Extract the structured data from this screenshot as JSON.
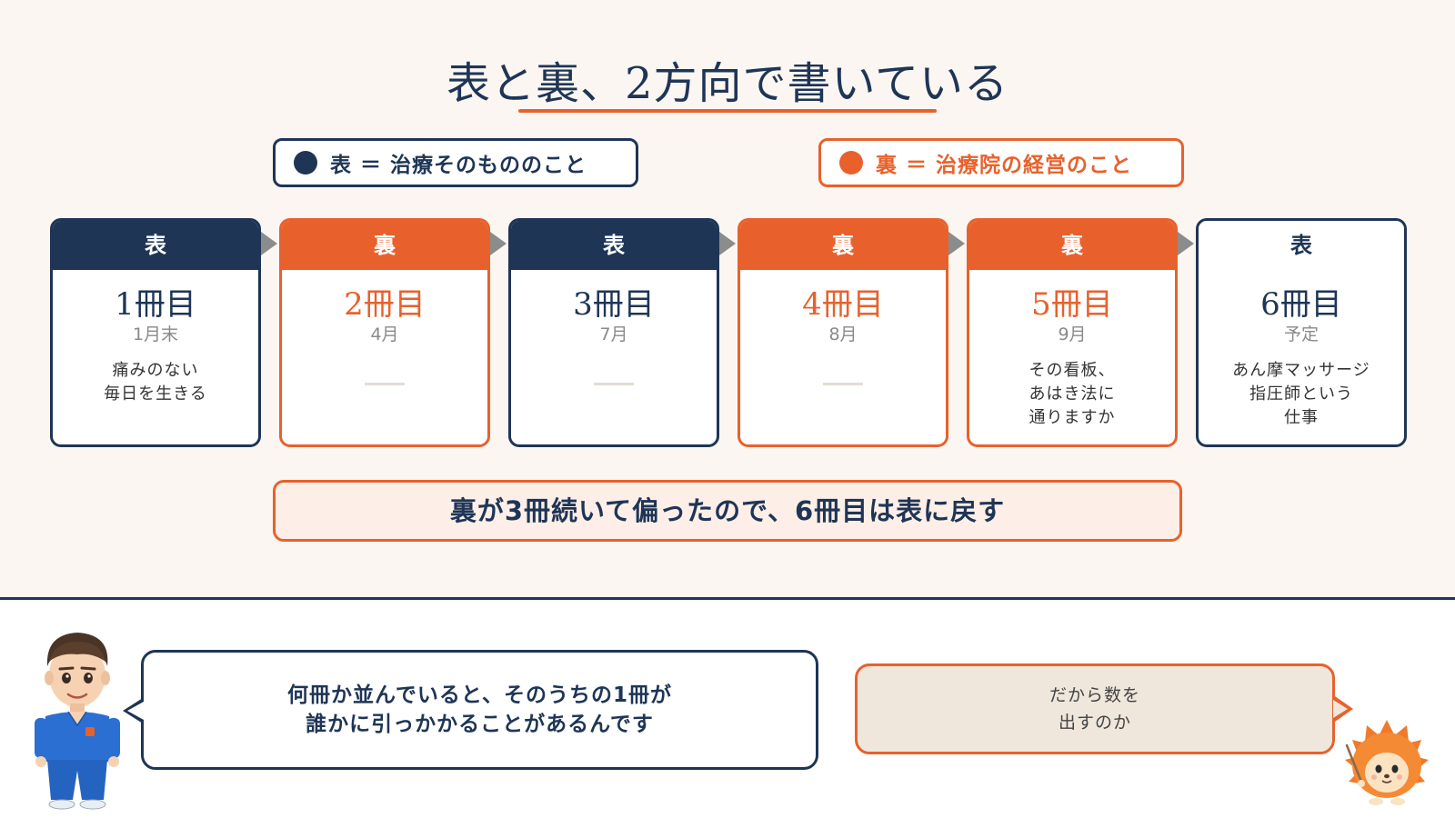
{
  "title": "表と裏、2方向で書いている",
  "legend": {
    "omote": "表 ＝ 治療そのもののこと",
    "ura": "裏 ＝ 治療院の経営のこと"
  },
  "cards": [
    {
      "side": "表",
      "volume": "1冊目",
      "month": "1月末",
      "desc": "痛みのない\n毎日を生きる"
    },
    {
      "side": "裏",
      "volume": "2冊目",
      "month": "4月",
      "desc": ""
    },
    {
      "side": "表",
      "volume": "3冊目",
      "month": "7月",
      "desc": ""
    },
    {
      "side": "裏",
      "volume": "4冊目",
      "month": "8月",
      "desc": ""
    },
    {
      "side": "裏",
      "volume": "5冊目",
      "month": "9月",
      "desc": "その看板、\nあはき法に\n通りますか"
    },
    {
      "side": "表",
      "volume": "6冊目",
      "month": "予定",
      "desc": "あん摩マッサージ\n指圧師という\n仕事"
    }
  ],
  "summary": "裏が3冊続いて偏ったので、6冊目は表に戻す",
  "dialogue": {
    "doctor": "何冊か並んでいると、そのうちの1冊が\n誰かに引っかかることがあるんです",
    "hedgehog": "だから数を\n出すのか"
  },
  "colors": {
    "navy": "#1e3556",
    "orange": "#e8612c",
    "background": "#fbf6f1"
  },
  "icons": {
    "doctor": "doctor-avatar",
    "hedgehog": "hedgehog-avatar"
  }
}
